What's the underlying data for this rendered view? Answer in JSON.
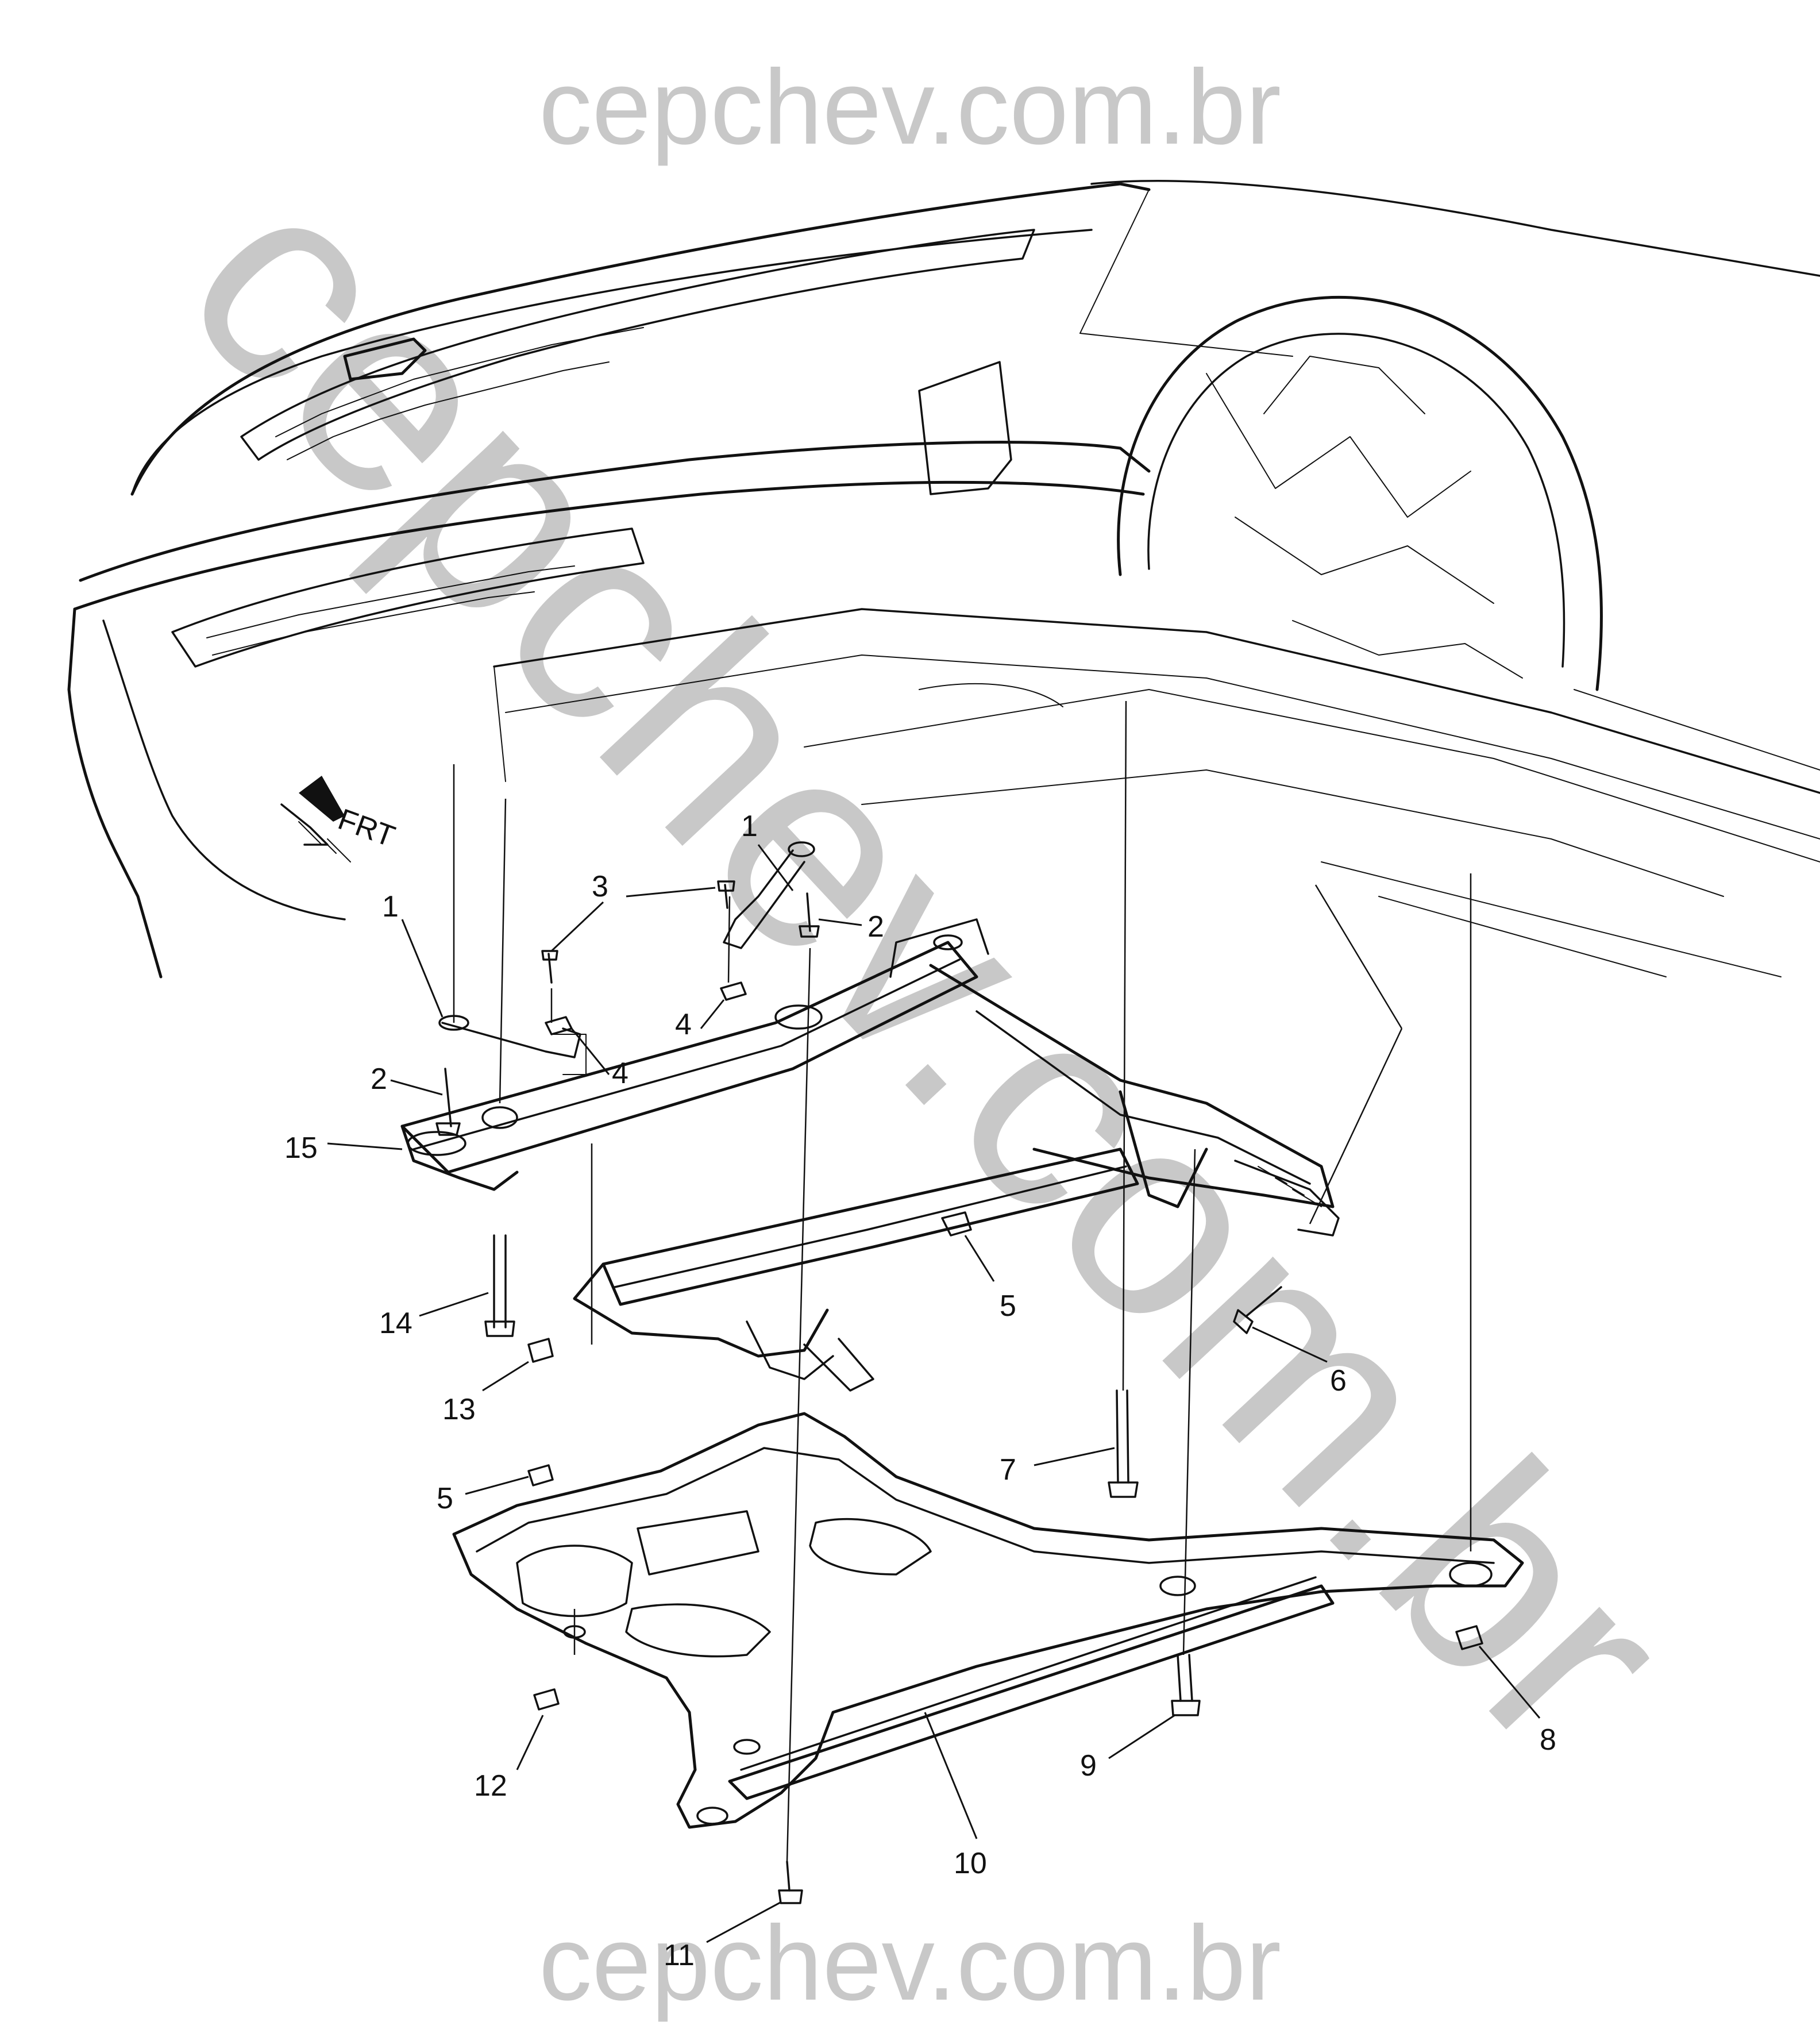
{
  "watermark": {
    "top": "cepchev.com.br",
    "bottom": "cepchev.com.br",
    "diagonal": "cepchev.com.br"
  },
  "front_indicator": {
    "label": "FRT",
    "icon": "front-arrow-icon"
  },
  "callouts": [
    {
      "id": "c1a",
      "text": "1"
    },
    {
      "id": "c1b",
      "text": "1"
    },
    {
      "id": "c2a",
      "text": "2"
    },
    {
      "id": "c2b",
      "text": "2"
    },
    {
      "id": "c3",
      "text": "3"
    },
    {
      "id": "c4a",
      "text": "4"
    },
    {
      "id": "c4b",
      "text": "4"
    },
    {
      "id": "c5a",
      "text": "5"
    },
    {
      "id": "c5b",
      "text": "5"
    },
    {
      "id": "c6",
      "text": "6"
    },
    {
      "id": "c7",
      "text": "7"
    },
    {
      "id": "c8",
      "text": "8"
    },
    {
      "id": "c9",
      "text": "9"
    },
    {
      "id": "c10",
      "text": "10"
    },
    {
      "id": "c11",
      "text": "11"
    },
    {
      "id": "c12",
      "text": "12"
    },
    {
      "id": "c13",
      "text": "13"
    },
    {
      "id": "c14",
      "text": "14"
    },
    {
      "id": "c15",
      "text": "15"
    }
  ]
}
